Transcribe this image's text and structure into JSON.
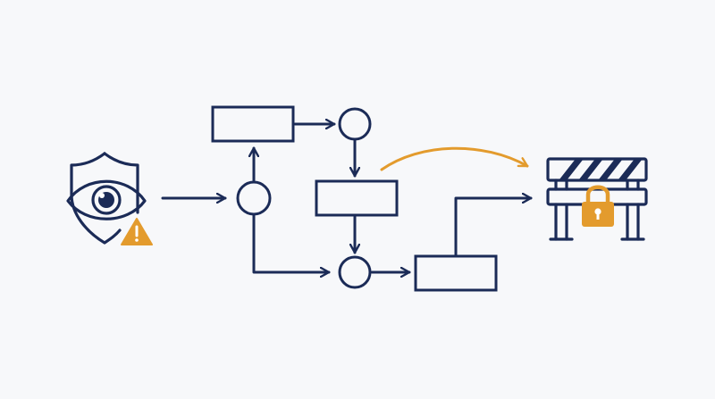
{
  "diagram": {
    "colors": {
      "background": "#f7f8fa",
      "stroke": "#1b2b57",
      "accent": "#e39b2d",
      "warning_glyph": "#ffffff"
    },
    "icons": {
      "source": "eye-shield-warning-icon",
      "target": "barrier-lock-icon"
    },
    "nodes": [
      {
        "id": "entry-junction",
        "kind": "junction"
      },
      {
        "id": "top-process",
        "kind": "process"
      },
      {
        "id": "top-junction",
        "kind": "junction"
      },
      {
        "id": "middle-process",
        "kind": "process"
      },
      {
        "id": "bottom-junction",
        "kind": "junction"
      },
      {
        "id": "output-process",
        "kind": "process"
      }
    ],
    "edges": [
      {
        "from": "eye-shield-warning-icon",
        "to": "entry-junction",
        "style": "solid"
      },
      {
        "from": "entry-junction",
        "to": "top-process",
        "style": "solid"
      },
      {
        "from": "entry-junction",
        "to": "bottom-junction",
        "style": "solid"
      },
      {
        "from": "top-process",
        "to": "top-junction",
        "style": "solid"
      },
      {
        "from": "top-junction",
        "to": "middle-process",
        "style": "solid"
      },
      {
        "from": "middle-process",
        "to": "bottom-junction",
        "style": "solid"
      },
      {
        "from": "bottom-junction",
        "to": "output-process",
        "style": "solid"
      },
      {
        "from": "output-process",
        "to": "barrier-lock-icon",
        "style": "solid"
      },
      {
        "from": "middle-process",
        "to": "barrier-lock-icon",
        "style": "accent-curve"
      }
    ]
  }
}
